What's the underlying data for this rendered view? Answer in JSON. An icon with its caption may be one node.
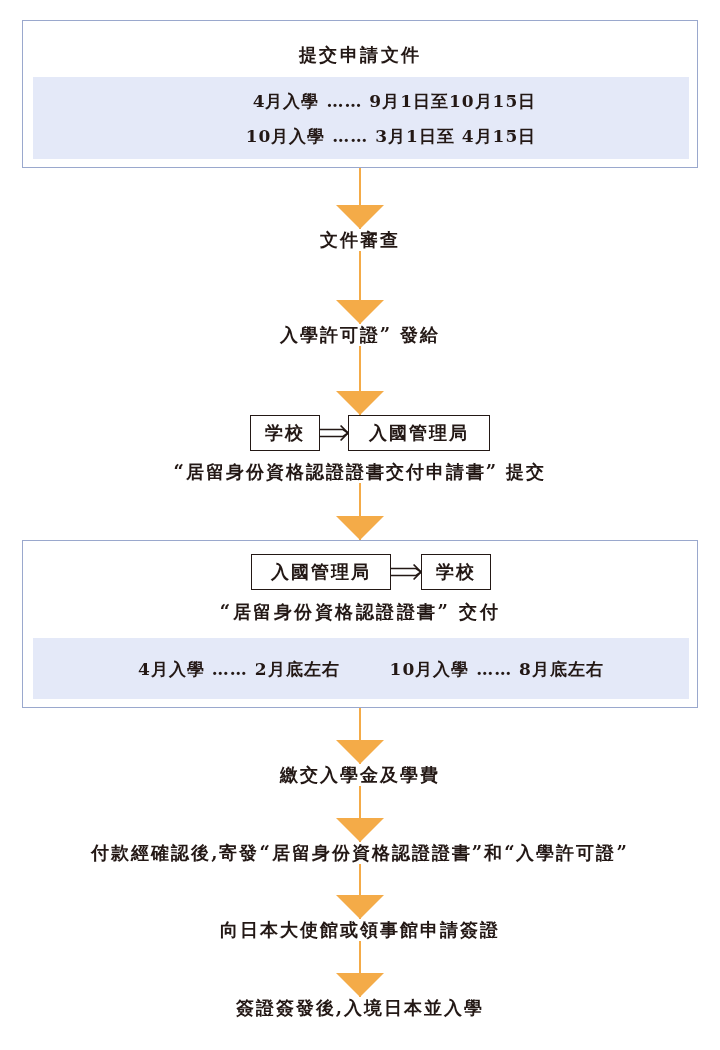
{
  "diagram": {
    "nodes": [
      {
        "text": [
          "提交申請文件"
        ]
      },
      {
        "text": [
          "4月入學 …… 9月1日至10月15日",
          "10月入學 …… 3月1日至 4月15日"
        ],
        "in": 0
      },
      {
        "text": [
          "文件審查"
        ]
      },
      {
        "text": [
          "入學許可證” 發給"
        ]
      },
      {
        "text": [
          "学校"
        ]
      },
      {
        "text": [
          "入國管理局"
        ]
      },
      {
        "text": [
          "“居留身份資格認證證書交付申請書” 提交"
        ]
      },
      {
        "text": [
          "“居留身份資格認證證書” 交付"
        ]
      },
      {
        "text": [
          "入國管理局"
        ],
        "in": 7
      },
      {
        "text": [
          "学校"
        ],
        "in": 7
      },
      {
        "text": [
          "4月入學 …… 2月底左右",
          "10月入學 …… 8月底左右"
        ],
        "in": 7
      },
      {
        "text": [
          "繳交入學金及學費"
        ]
      },
      {
        "text": [
          "付款經確認後,寄發“居留身份資格認證證書”和“入學許可證”"
        ]
      },
      {
        "text": [
          "向日本大使館或領事館申請簽證"
        ]
      },
      {
        "text": [
          "簽證簽發後,入境日本並入學"
        ]
      }
    ],
    "edges": [
      {
        "from": 0,
        "to": 2,
        "arrow": "to"
      },
      {
        "from": 2,
        "to": 3,
        "arrow": "to"
      },
      {
        "from": 3,
        "to": 5,
        "arrow": "to"
      },
      {
        "from": 4,
        "to": 5,
        "arrow": "to",
        "color": "#231815"
      },
      {
        "from": 6,
        "to": 7,
        "arrow": "to"
      },
      {
        "from": 8,
        "to": 9,
        "arrow": "to",
        "color": "#231815"
      },
      {
        "from": 7,
        "to": 11,
        "arrow": "to"
      },
      {
        "from": 11,
        "to": 12,
        "arrow": "to"
      },
      {
        "from": 12,
        "to": 13,
        "arrow": "to"
      },
      {
        "from": 13,
        "to": 14,
        "arrow": "to"
      }
    ]
  }
}
